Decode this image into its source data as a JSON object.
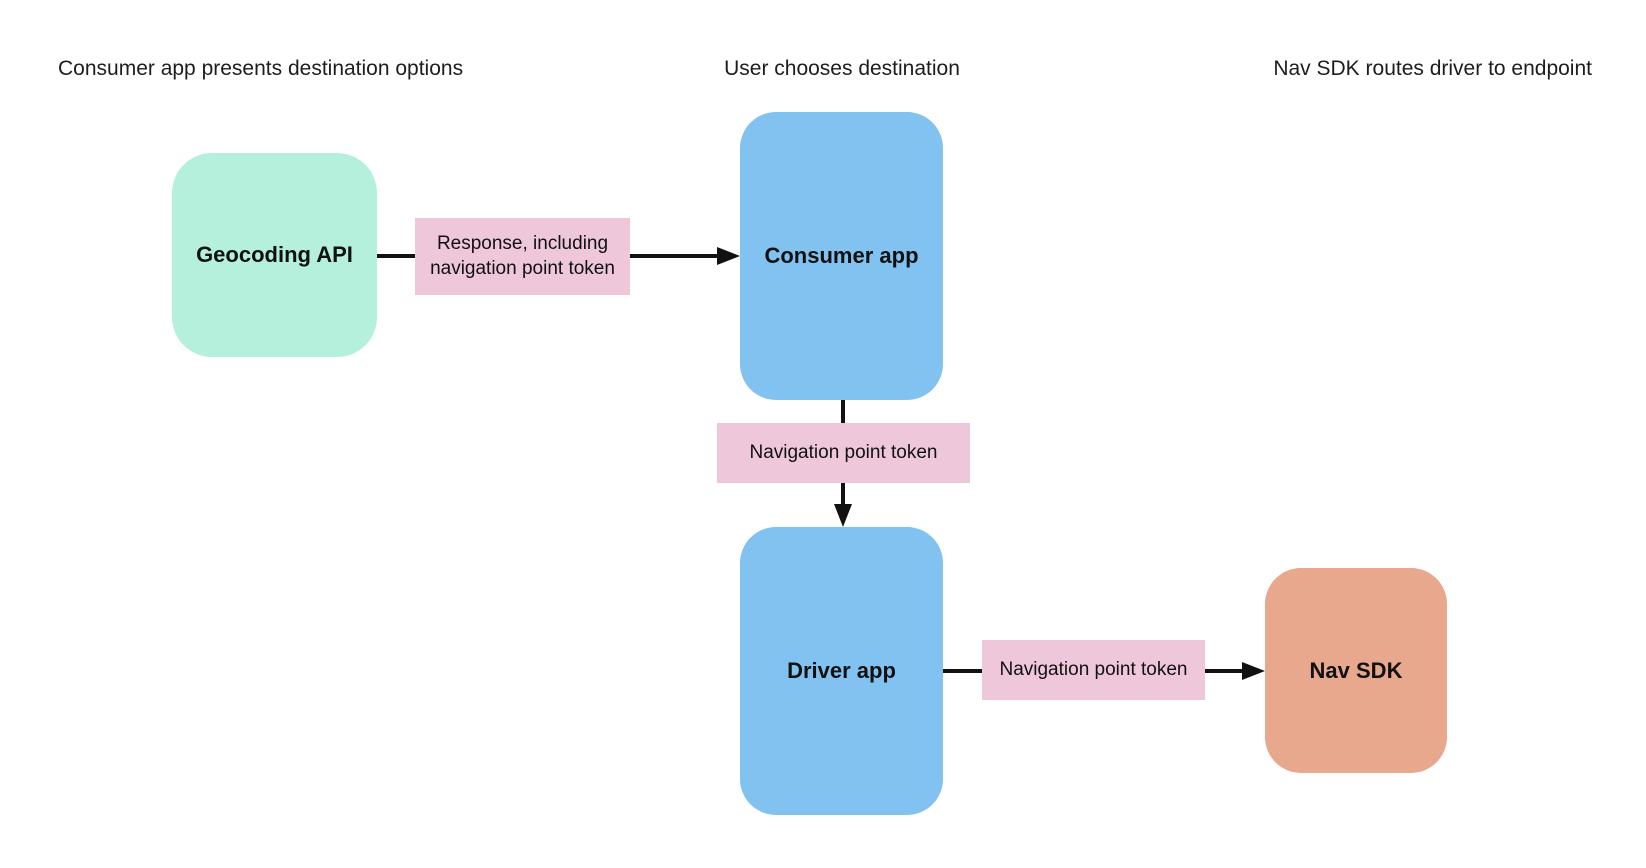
{
  "diagram": {
    "headers": [
      {
        "label": "Consumer app presents destination options"
      },
      {
        "label": "User chooses destination"
      },
      {
        "label": "Nav SDK routes driver to endpoint"
      }
    ],
    "nodes": [
      {
        "id": "geocoding-api",
        "label": "Geocoding API",
        "color": "#b4f0dc"
      },
      {
        "id": "consumer-app",
        "label": "Consumer app",
        "color": "#82c2f0"
      },
      {
        "id": "driver-app",
        "label": "Driver app",
        "color": "#82c2f0"
      },
      {
        "id": "nav-sdk",
        "label": "Nav SDK",
        "color": "#e8a88d"
      }
    ],
    "edges": [
      {
        "from": "geocoding-api",
        "to": "consumer-app",
        "label": "Response, including navigation point token"
      },
      {
        "from": "consumer-app",
        "to": "driver-app",
        "label": "Navigation point token"
      },
      {
        "from": "driver-app",
        "to": "nav-sdk",
        "label": "Navigation point token"
      }
    ],
    "colors": {
      "node_green": "#b4f0dc",
      "node_blue": "#82c2f0",
      "node_orange": "#e8a88d",
      "label_pink": "#eec7db",
      "arrow": "#111111",
      "text": "#1d1d1f",
      "background": "#ffffff"
    }
  }
}
